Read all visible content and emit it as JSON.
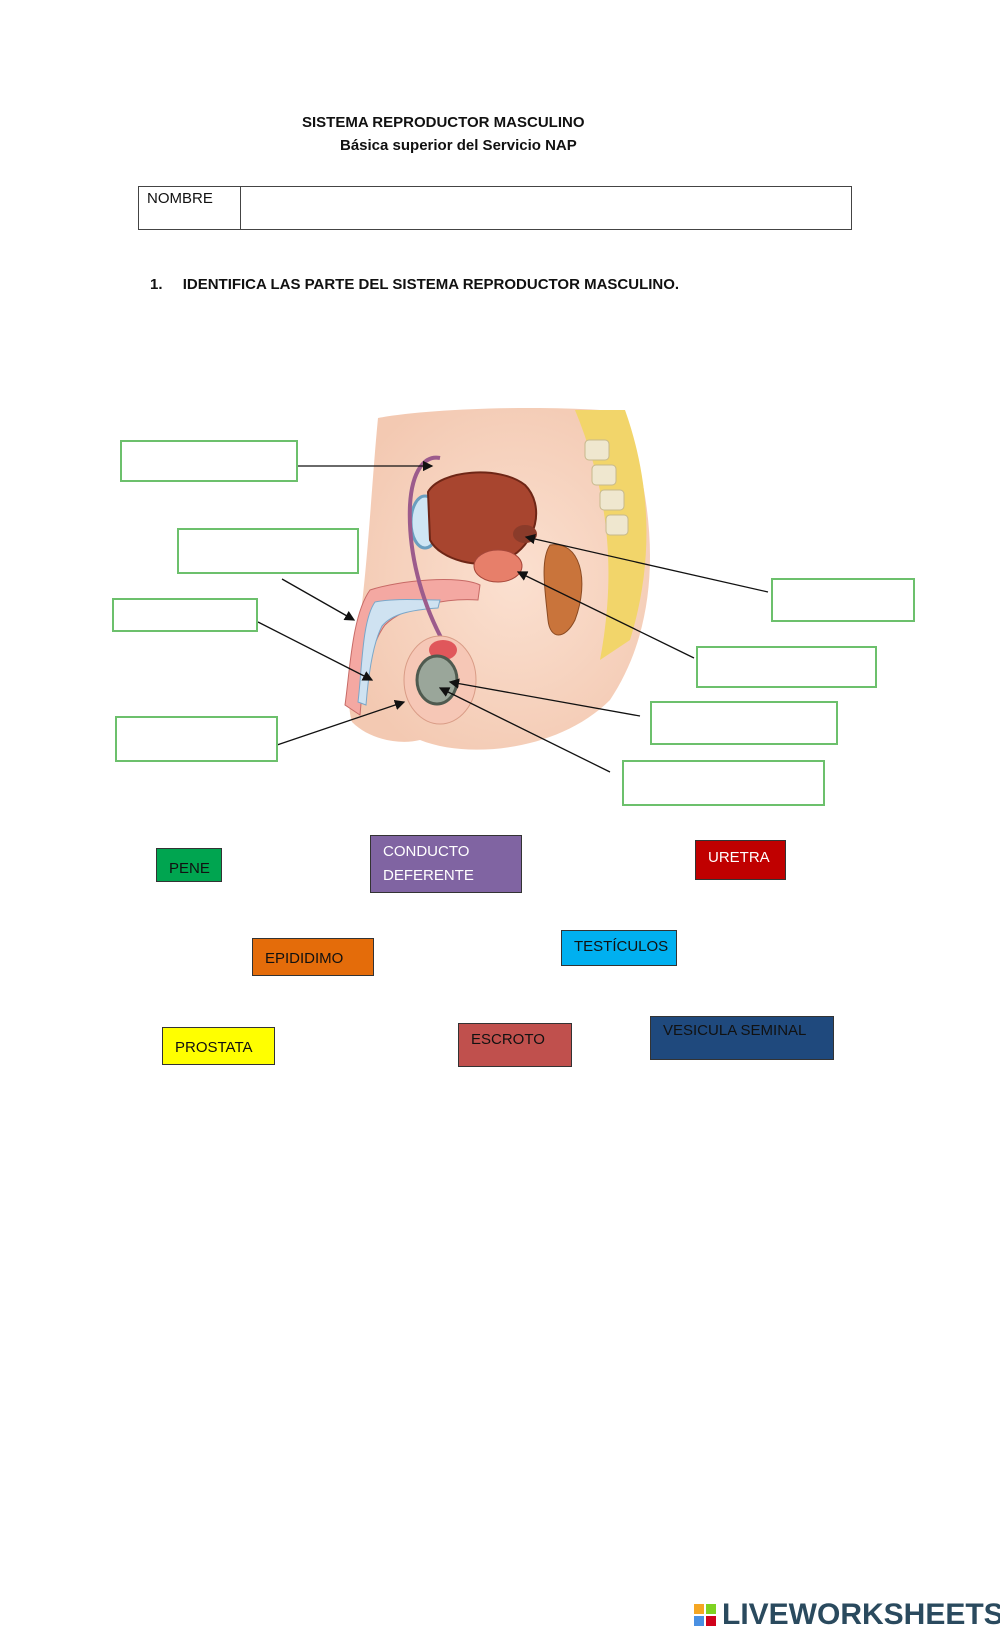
{
  "header": {
    "title": "SISTEMA REPRODUCTOR MASCULINO",
    "subtitle": "Básica superior del Servicio NAP"
  },
  "name_row": {
    "label": "NOMBRE",
    "value": ""
  },
  "instruction": {
    "number": "1.",
    "text": "IDENTIFICA LAS PARTE DEL SISTEMA REPRODUCTOR MASCULINO."
  },
  "drop_zones": [
    "",
    "",
    "",
    "",
    "",
    "",
    "",
    "",
    ""
  ],
  "tiles": [
    {
      "label": "PENE",
      "color": "#00a550"
    },
    {
      "label": "CONDUCTO DEFERENTE",
      "color": "#8064a2"
    },
    {
      "label": "URETRA",
      "color": "#c00000"
    },
    {
      "label": "EPIDIDIMO",
      "color": "#e46c0a"
    },
    {
      "label": "TESTÍCULOS",
      "color": "#00b0f0"
    },
    {
      "label": "PROSTATA",
      "color": "#ffff00"
    },
    {
      "label": "ESCROTO",
      "color": "#c0504d"
    },
    {
      "label": "VESICULA SEMINAL",
      "color": "#1f497d"
    }
  ],
  "branding": {
    "logo_text": "LIVEWORKSHEETS",
    "logo_icon": "liveworksheets-logo-icon"
  }
}
